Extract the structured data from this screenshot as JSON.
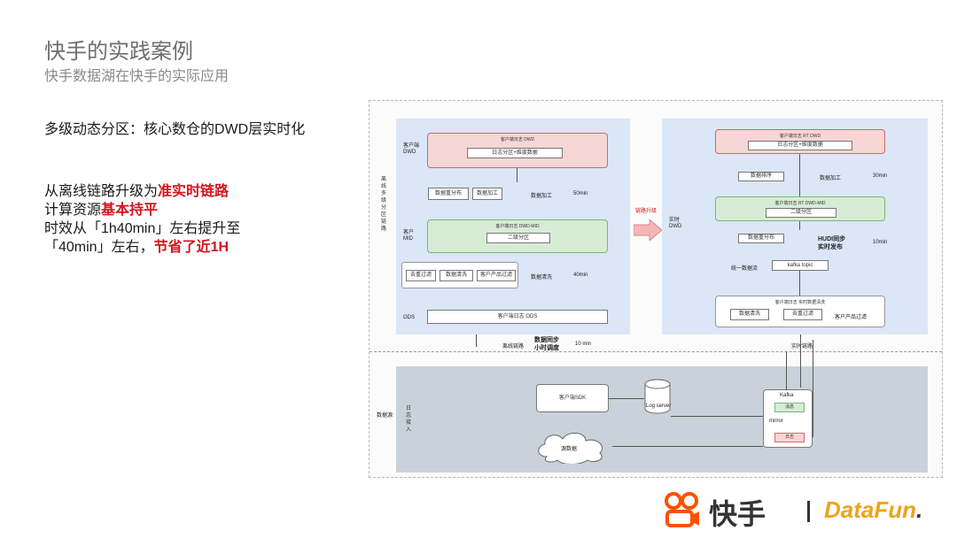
{
  "header": {
    "title": "快手的实践案例",
    "subtitle": "快手数据湖在快手的实际应用"
  },
  "content": {
    "heading": "多级动态分区：核心数仓的DWD层实时化",
    "line1_pre": "从离线链路升级为",
    "line1_hl": "准实时链路",
    "line2_pre": "计算资源",
    "line2_hl": "基本持平",
    "line3": "时效从「1h40min」左右提升至",
    "line4_pre": "「40min」左右，",
    "line4_hl": "节省了近1H"
  },
  "diagram": {
    "left": {
      "side_label": "离线多级分区链路",
      "dwd_tag": "客户端\nDWD",
      "mid_tag": "客户\nMID",
      "ods_tag": "ODS",
      "dwd_band_title": "客户端日志 DWD",
      "dwd_box": "日志分区+维度数据",
      "dwd_small1": "数据重分布",
      "dwd_small2": "数据加工",
      "dwd_label": "数据加工",
      "dwd_time": "50min",
      "mid_band_title": "客户端日志 DWD-MID",
      "mid_box": "二级分区",
      "ods_small1": "去重过滤",
      "ods_small2": "数据清洗",
      "ods_small3": "客户产品过滤",
      "ods_label": "数据清洗",
      "ods_time": "40min",
      "ods_box": "客户端日志 ODS"
    },
    "upgrade_label": "链路升级",
    "right": {
      "side_label": "实时\nDWD",
      "dwd_band_title": "客户端日志 RT DWD",
      "dwd_box": "日志分区+维度数据",
      "box_reload": "数据排序",
      "label_process": "数据加工",
      "time_process": "30min",
      "mid_band_title": "客户端日志 RT DWD-MID",
      "mid_box": "二级分区",
      "box_redistribute": "数据重分布",
      "label_hudi": "HUDI同步\n实时发布",
      "time_hudi": "10min",
      "label_unified": "统一数据流",
      "box_kafka": "kafka topic",
      "white_band_title": "客户端日志 实时数据清洗",
      "white_small1": "数据清洗",
      "white_small2": "去重过滤",
      "white_small3": "客户产品过滤"
    },
    "mid_row": {
      "offline_label": "离线链路",
      "sync_label": "数据同步\n小时调度",
      "sync_time": "10 min",
      "realtime_label": "实时链路"
    },
    "bottom": {
      "side_label": "数据源",
      "vlabel": "日志接入",
      "sdk_box": "客户端SDK",
      "log_server": "Log server",
      "cloud": "源数据",
      "kafka_title": "Kafka",
      "kafka_top": "消息",
      "kafka_mid": "mirror",
      "kafka_bottom": "日志"
    }
  },
  "footer": {
    "brand1": "快手",
    "brand2_accent": "DataFun",
    "brand2_dot": "."
  },
  "colors": {
    "highlight": "#d4141c",
    "panel_blue": "#dbe6f7",
    "band_red": "#f7d6d6",
    "band_green": "#d8ecd5",
    "bottom_gray": "#c9d2da",
    "kuaishou_orange": "#ff5000",
    "datafun_yellow": "#f0a21a"
  }
}
